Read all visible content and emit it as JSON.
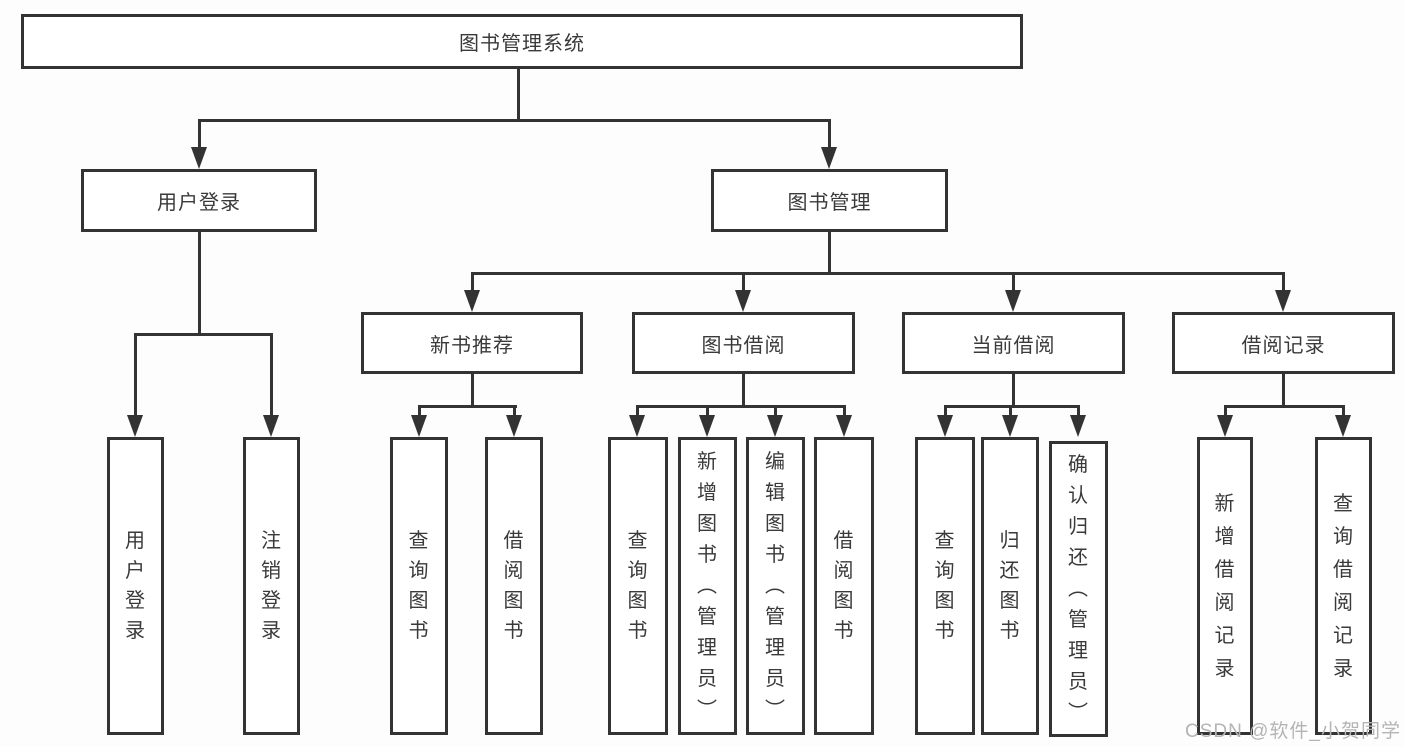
{
  "tree": {
    "root": "图书管理系统",
    "branches": [
      {
        "label": "用户登录",
        "children": [
          "用户登录",
          "注销登录"
        ]
      },
      {
        "label": "图书管理",
        "groups": [
          {
            "label": "新书推荐",
            "children": [
              "查询图书",
              "借阅图书"
            ]
          },
          {
            "label": "图书借阅",
            "children": [
              "查询图书",
              "新增图书（管理员）",
              "编辑图书（管理员）",
              "借阅图书"
            ]
          },
          {
            "label": "当前借阅",
            "children": [
              "查询图书",
              "归还图书",
              "确认归还（管理员）"
            ]
          },
          {
            "label": "借阅记录",
            "children": [
              "新增借阅记录",
              "查询借阅记录"
            ]
          }
        ]
      }
    ]
  },
  "watermark": {
    "text": "CSDN @软件_小贺同学"
  },
  "colors": {
    "line": "#333333",
    "box_border": "#333333",
    "text": "#3a3a3a",
    "background": "#fdfdfd",
    "watermark": "#b4b4b4"
  }
}
